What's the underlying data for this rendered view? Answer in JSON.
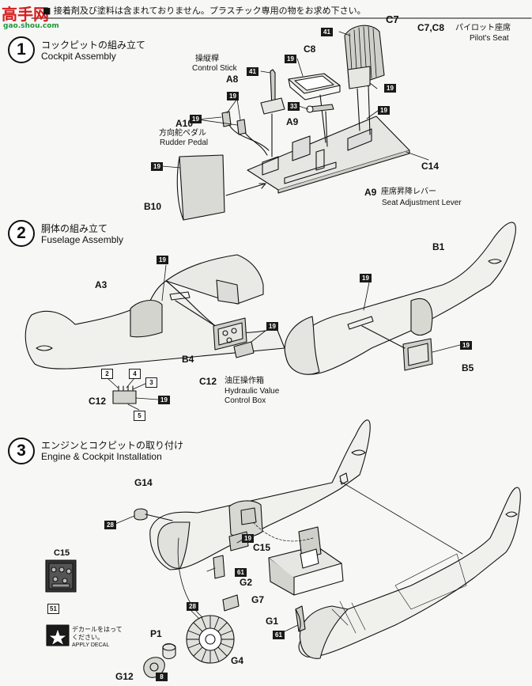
{
  "header": {
    "notice": "■ 接着剤及び塗料は含まれておりません。プラスチック専用の物をお求め下さい。"
  },
  "watermark": {
    "brand": "高手网",
    "url": "gao.shou.com"
  },
  "steps": [
    {
      "num": "1",
      "title_jp": "コックピットの組み立て",
      "title_en": "Cockpit Assembly"
    },
    {
      "num": "2",
      "title_jp": "胴体の組み立て",
      "title_en": "Fuselage Assembly"
    },
    {
      "num": "3",
      "title_jp": "エンジンとコクピットの取り付け",
      "title_en": "Engine & Cockpit Installation"
    }
  ],
  "step1": {
    "pilot_seat": {
      "code": "C7,C8",
      "jp": "パイロット座席",
      "en": "Pilot's Seat"
    },
    "parts": {
      "c7": "C7",
      "c8": "C8",
      "a8": "A8",
      "a9": "A9",
      "a10": "A10",
      "b10": "B10",
      "c14": "C14"
    },
    "control_stick": {
      "jp": "操縦桿",
      "en": "Control Stick"
    },
    "rudder_pedal": {
      "jp": "方向舵ペダル",
      "en": "Rudder Pedal"
    },
    "seat_lever": {
      "code": "A9",
      "jp": "座席昇降レバー",
      "en": "Seat Adjustment Lever"
    },
    "colors": [
      "41",
      "19",
      "41",
      "19",
      "19",
      "33",
      "19",
      "19",
      "19"
    ]
  },
  "step2": {
    "parts": {
      "a3": "A3",
      "b1": "B1",
      "b4": "B4",
      "b5": "B5",
      "c12": "C12",
      "c12b": "C12"
    },
    "hydraulic": {
      "jp": "油圧操作箱",
      "en1": "Hydraulic Value",
      "en2": "Control Box"
    },
    "colors": [
      "19",
      "19",
      "19",
      "19",
      "2",
      "4",
      "3",
      "19",
      "5"
    ]
  },
  "step3": {
    "parts": {
      "g14": "G14",
      "c15": "C15",
      "c15b": "C15",
      "g2": "G2",
      "g7": "G7",
      "g1": "G1",
      "p1": "P1",
      "g4": "G4",
      "g12": "G12"
    },
    "decal": {
      "jp1": "デカールをはって",
      "jp2": "ください。",
      "en": "APPLY DECAL"
    },
    "colors": [
      "28",
      "19",
      "61",
      "61",
      "51",
      "28",
      "8"
    ]
  },
  "palette": {
    "ink": "#111111",
    "paper": "#f7f7f5",
    "badge": "#1a1a1a",
    "watermark_brand": "#d41e1e",
    "watermark_url": "#1a9a3a"
  }
}
